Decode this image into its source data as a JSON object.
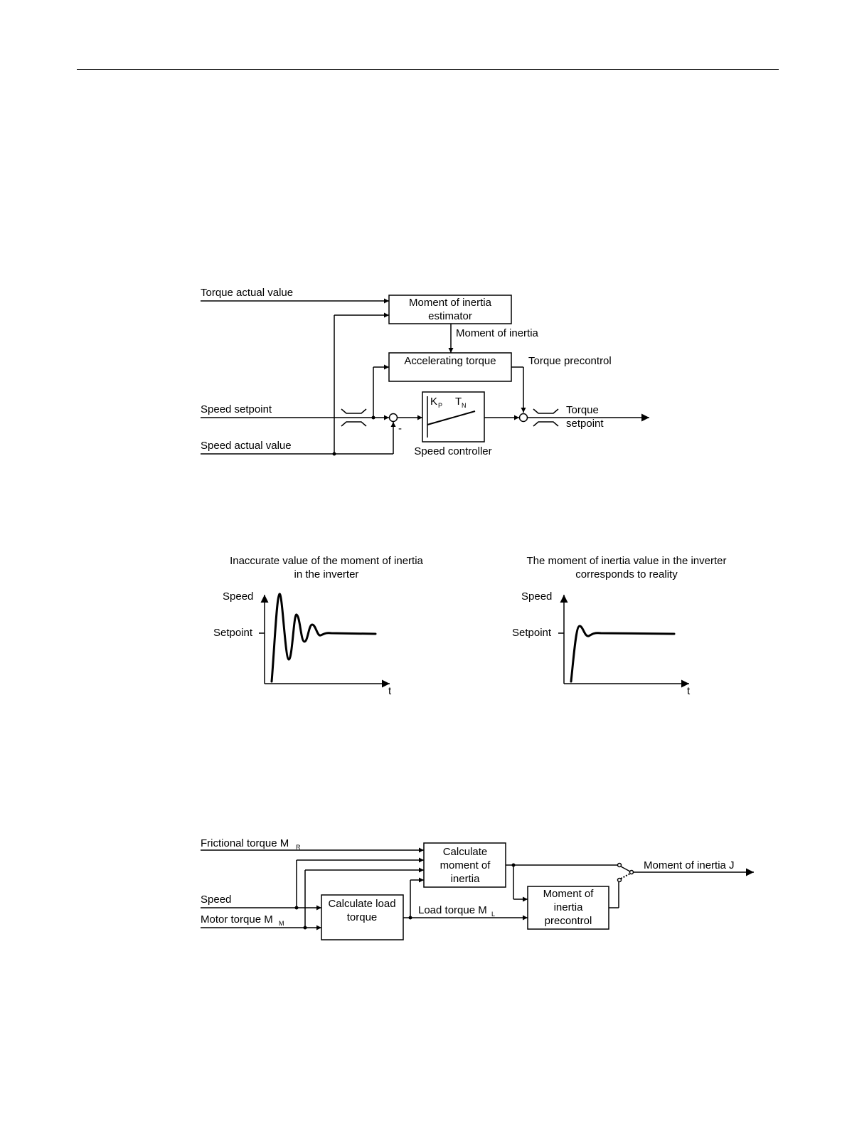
{
  "diagram1": {
    "input_torque_actual": "Torque actual value",
    "input_speed_setpoint": "Speed setpoint",
    "input_speed_actual": "Speed actual value",
    "estimator_line1": "Moment of inertia",
    "estimator_line2": "estimator",
    "signal_moment_of_inertia": "Moment of inertia",
    "accel_torque": "Accelerating torque",
    "signal_torque_precontrol": "Torque precontrol",
    "controller_kp": "K",
    "controller_kp_sub": "P",
    "controller_tn": "T",
    "controller_tn_sub": "N",
    "controller_label": "Speed controller",
    "minus_sign": "-",
    "output_line1": "Torque",
    "output_line2": "setpoint"
  },
  "graphs": {
    "left": {
      "title_line1": "Inaccurate value of the moment of inertia",
      "title_line2": "in the inverter",
      "y_label": "Speed",
      "setpoint_label": "Setpoint",
      "x_label": "t"
    },
    "right": {
      "title_line1": "The moment of inertia value in the inverter",
      "title_line2": "corresponds to reality",
      "y_label": "Speed",
      "setpoint_label": "Setpoint",
      "x_label": "t"
    }
  },
  "diagram2": {
    "input_frictional": "Frictional torque M",
    "input_frictional_sub": "R",
    "input_speed": "Speed",
    "input_motor_torque": "Motor torque M",
    "input_motor_torque_sub": "M",
    "calc_moi_line1": "Calculate",
    "calc_moi_line2": "moment of",
    "calc_moi_line3": "inertia",
    "calc_load_line1": "Calculate load",
    "calc_load_line2": "torque",
    "signal_load_torque": "Load torque M",
    "signal_load_torque_sub": "L",
    "precontrol_line1": "Moment of",
    "precontrol_line2": "inertia",
    "precontrol_line3": "precontrol",
    "output": "Moment of inertia J"
  }
}
